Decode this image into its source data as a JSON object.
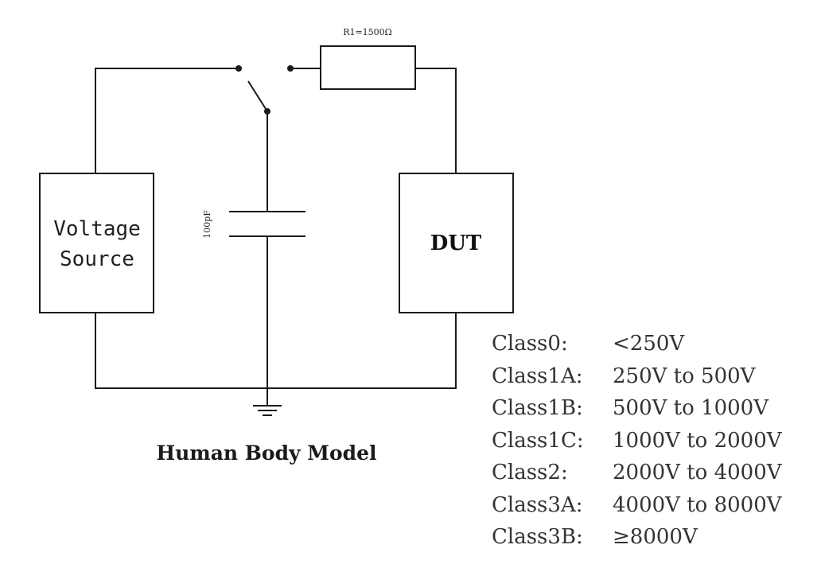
{
  "diagram": {
    "title": "Human Body Model",
    "voltage_source": [
      "Voltage",
      "Source"
    ],
    "dut_label": "DUT",
    "resistor_label": "R1=1500Ω",
    "capacitor_label": "100pF"
  },
  "classes": [
    {
      "name": "Class0:",
      "range": "<250V"
    },
    {
      "name": "Class1A:",
      "range": "250V to 500V"
    },
    {
      "name": "Class1B:",
      "range": "500V to 1000V"
    },
    {
      "name": "Class1C:",
      "range": "1000V to 2000V"
    },
    {
      "name": "Class2:",
      "range": "2000V to 4000V"
    },
    {
      "name": "Class3A:",
      "range": "4000V to 8000V"
    },
    {
      "name": "Class3B:",
      "range": "≥8000V"
    }
  ]
}
